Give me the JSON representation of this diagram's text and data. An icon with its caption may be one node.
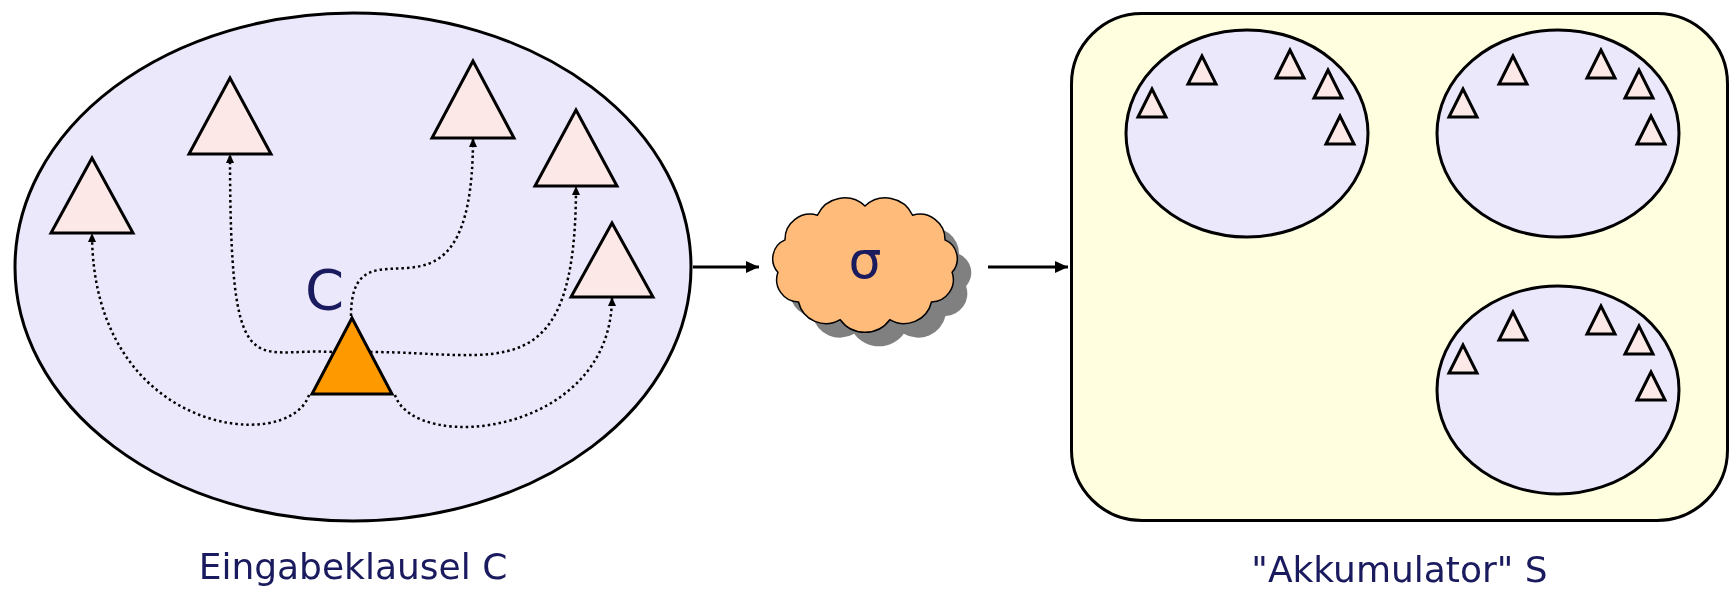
{
  "diagram": {
    "nodes": [
      {
        "text": [
          "Eingabeklausel C"
        ]
      },
      {
        "text": [
          "C"
        ],
        "in": 0
      },
      {
        "text": [],
        "shape": "triangle",
        "in": 0
      },
      {
        "text": [],
        "shape": "triangle",
        "in": 0
      },
      {
        "text": [],
        "shape": "triangle",
        "in": 0
      },
      {
        "text": [],
        "shape": "triangle",
        "in": 0
      },
      {
        "text": [],
        "shape": "triangle",
        "in": 0
      },
      {
        "text": [
          "σ"
        ]
      },
      {
        "text": [
          "\"Akkumulator\" S"
        ]
      },
      {
        "text": [],
        "shape": "circle",
        "in": 8
      },
      {
        "text": [],
        "shape": "triangle",
        "in": 9
      },
      {
        "text": [],
        "shape": "triangle",
        "in": 9
      },
      {
        "text": [],
        "shape": "triangle",
        "in": 9
      },
      {
        "text": [],
        "shape": "triangle",
        "in": 9
      },
      {
        "text": [],
        "shape": "triangle",
        "in": 9
      },
      {
        "text": [],
        "shape": "circle",
        "in": 8
      },
      {
        "text": [],
        "shape": "triangle",
        "in": 15
      },
      {
        "text": [],
        "shape": "triangle",
        "in": 15
      },
      {
        "text": [],
        "shape": "triangle",
        "in": 15
      },
      {
        "text": [],
        "shape": "triangle",
        "in": 15
      },
      {
        "text": [],
        "shape": "triangle",
        "in": 15
      },
      {
        "text": [],
        "shape": "circle",
        "in": 8
      },
      {
        "text": [],
        "shape": "triangle",
        "in": 21
      },
      {
        "text": [],
        "shape": "triangle",
        "in": 21
      },
      {
        "text": [],
        "shape": "triangle",
        "in": 21
      },
      {
        "text": [],
        "shape": "triangle",
        "in": 21
      },
      {
        "text": [],
        "shape": "triangle",
        "in": 21
      }
    ],
    "edges": [
      {
        "from": 1,
        "to": 2,
        "arrow": "to",
        "style": "dashed"
      },
      {
        "from": 1,
        "to": 3,
        "arrow": "to",
        "style": "dashed"
      },
      {
        "from": 1,
        "to": 4,
        "arrow": "to",
        "style": "dashed"
      },
      {
        "from": 1,
        "to": 5,
        "arrow": "to",
        "style": "dashed"
      },
      {
        "from": 1,
        "to": 6,
        "arrow": "to",
        "style": "dashed"
      },
      {
        "from": 0,
        "to": 7,
        "arrow": "to"
      },
      {
        "from": 7,
        "to": 8,
        "arrow": "to"
      }
    ]
  }
}
